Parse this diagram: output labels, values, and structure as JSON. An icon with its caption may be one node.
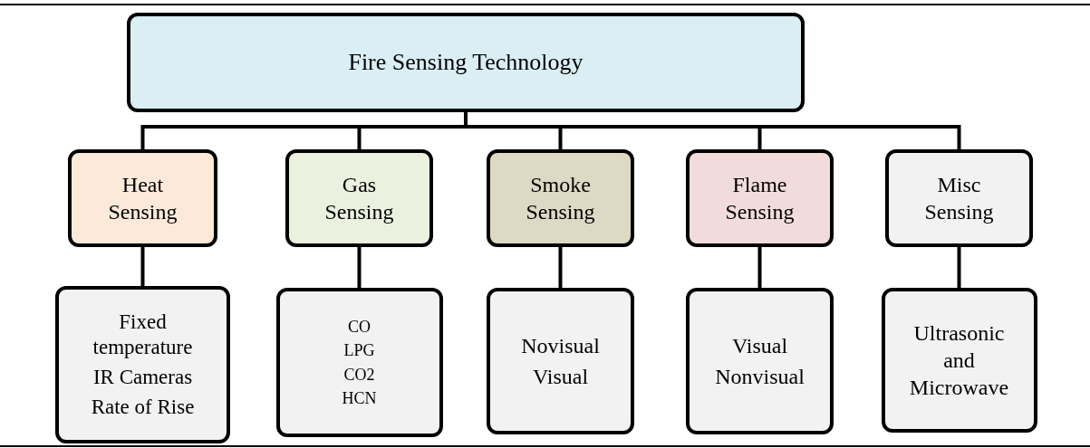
{
  "diagram": {
    "nodes": [
      {
        "text": [
          "Fire Sensing Technology"
        ]
      },
      {
        "text": [
          "Heat Sensing"
        ]
      },
      {
        "text": [
          "Gas Sensing"
        ]
      },
      {
        "text": [
          "Smoke Sensing"
        ]
      },
      {
        "text": [
          "Flame Sensing"
        ]
      },
      {
        "text": [
          "Misc Sensing"
        ]
      },
      {
        "text": [
          "Fixed temperature",
          "IR Cameras",
          "Rate of Rise"
        ]
      },
      {
        "text": [
          "CO",
          "LPG",
          "CO2",
          "HCN"
        ]
      },
      {
        "text": [
          "Novisual",
          "Visual"
        ]
      },
      {
        "text": [
          "Visual",
          "Nonvisual"
        ]
      },
      {
        "text": [
          "Ultrasonic and Microwave"
        ]
      }
    ],
    "edges": [
      {
        "from": 0,
        "to": 1,
        "arrow": "none"
      },
      {
        "from": 0,
        "to": 2,
        "arrow": "none"
      },
      {
        "from": 0,
        "to": 3,
        "arrow": "none"
      },
      {
        "from": 0,
        "to": 4,
        "arrow": "none"
      },
      {
        "from": 0,
        "to": 5,
        "arrow": "none"
      },
      {
        "from": 1,
        "to": 6,
        "arrow": "none"
      },
      {
        "from": 2,
        "to": 7,
        "arrow": "none"
      },
      {
        "from": 3,
        "to": 8,
        "arrow": "none"
      },
      {
        "from": 4,
        "to": 9,
        "arrow": "none"
      },
      {
        "from": 5,
        "to": 10,
        "arrow": "none"
      }
    ]
  }
}
